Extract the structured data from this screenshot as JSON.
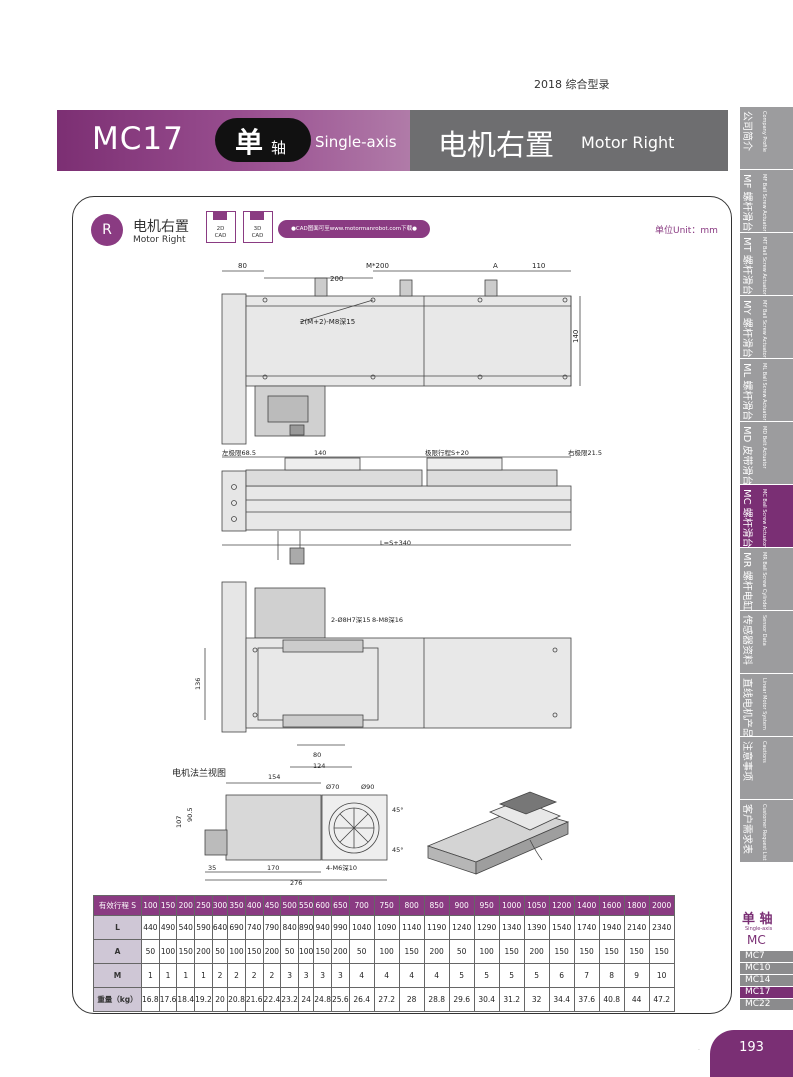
{
  "top": {
    "year_label": "2018  综合型录"
  },
  "header": {
    "model": "MC17",
    "type_big": "单",
    "type_small": "轴",
    "type_en": "Single-axis",
    "section_cn": "电机右置",
    "section_en": "Motor Right"
  },
  "side_tabs": [
    {
      "en": "Company Profile",
      "cn": "公司简介"
    },
    {
      "en": "MF Ball Screw Actuator",
      "cn": "MF 螺杆滑台"
    },
    {
      "en": "MT Ball Screw Actuator",
      "cn": "MT 螺杆滑台"
    },
    {
      "en": "MY Ball Screw Actuator",
      "cn": "MY 螺杆滑台"
    },
    {
      "en": "ML Ball Screw Actuator",
      "cn": "ML 螺杆滑台"
    },
    {
      "en": "MD Belt Actuator",
      "cn": "MD 皮带滑台"
    },
    {
      "en": "MC Ball Screw Actuator",
      "cn": "MC 螺杆滑台",
      "active": true
    },
    {
      "en": "MR Ball Screw Cylinder",
      "cn": "MR 螺杆电缸"
    },
    {
      "en": "Sensor Data",
      "cn": "传感器资料"
    },
    {
      "en": "Linear Motor System",
      "cn": "直线电机产品"
    },
    {
      "en": "Cautions",
      "cn": "注意事项"
    },
    {
      "en": "Customer Request List",
      "cn": "客户需求表"
    }
  ],
  "section": {
    "badge": "R",
    "title_cn": "电机右置",
    "title_en": "Motor Right",
    "cad_2d": [
      "2D",
      "CAD"
    ],
    "cad_3d": [
      "3D",
      "CAD"
    ],
    "cad_note": "●CAD图面可至www.motormanrobot.com下载●",
    "unit": "单位Unit：mm"
  },
  "drawing_labels": {
    "d80": "80",
    "d200": "200",
    "dM200": "M*200",
    "dA": "A",
    "d110": "110",
    "d140v": "140",
    "holes1": "2(M+2)-M8深15",
    "left_limit": "左极限68.5",
    "d140": "140",
    "stroke": "极限行程S+20",
    "right_limit": "右极限21.5",
    "length": "L=S+340",
    "holes2": "2-Ø8H7深15",
    "holes3": "8-M8深16",
    "d136": "136",
    "d80b": "80",
    "d124": "124",
    "flange_title": "电机法兰视图",
    "d154": "154",
    "d70": "Ø70",
    "d90": "Ø90",
    "d45a": "45°",
    "d45b": "45°",
    "d107": "107",
    "d905": "90.5",
    "d35": "35",
    "d170": "170",
    "d276": "276",
    "holes4": "4-M6深10"
  },
  "table": {
    "header_label": "有效行程 S",
    "strokes": [
      "100",
      "150",
      "200",
      "250",
      "300",
      "350",
      "400",
      "450",
      "500",
      "550",
      "600",
      "650",
      "700",
      "750",
      "800",
      "850",
      "900",
      "950",
      "1000",
      "1050",
      "1200",
      "1400",
      "1600",
      "1800",
      "2000"
    ],
    "rows": [
      {
        "label": "L",
        "values": [
          "440",
          "490",
          "540",
          "590",
          "640",
          "690",
          "740",
          "790",
          "840",
          "890",
          "940",
          "990",
          "1040",
          "1090",
          "1140",
          "1190",
          "1240",
          "1290",
          "1340",
          "1390",
          "1540",
          "1740",
          "1940",
          "2140",
          "2340"
        ]
      },
      {
        "label": "A",
        "values": [
          "50",
          "100",
          "150",
          "200",
          "50",
          "100",
          "150",
          "200",
          "50",
          "100",
          "150",
          "200",
          "50",
          "100",
          "150",
          "200",
          "50",
          "100",
          "150",
          "200",
          "150",
          "150",
          "150",
          "150",
          "150"
        ]
      },
      {
        "label": "M",
        "values": [
          "1",
          "1",
          "1",
          "1",
          "2",
          "2",
          "2",
          "2",
          "3",
          "3",
          "3",
          "3",
          "4",
          "4",
          "4",
          "4",
          "5",
          "5",
          "5",
          "5",
          "6",
          "7",
          "8",
          "9",
          "10"
        ]
      },
      {
        "label": "重量（kg）",
        "values": [
          "16.8",
          "17.6",
          "18.4",
          "19.2",
          "20",
          "20.8",
          "21.6",
          "22.4",
          "23.2",
          "24",
          "24.8",
          "25.6",
          "26.4",
          "27.2",
          "28",
          "28.8",
          "29.6",
          "30.4",
          "31.2",
          "32",
          "34.4",
          "37.6",
          "40.8",
          "44",
          "47.2"
        ]
      }
    ]
  },
  "series_menu": {
    "title_cn": "单 轴",
    "title_en": "Single-axis",
    "series": "MC",
    "models": [
      "MC7",
      "MC10",
      "MC14",
      "MC17",
      "MC22"
    ],
    "active": "MC17"
  },
  "footer": {
    "page_number": "193",
    "dot": "·"
  },
  "colors": {
    "brand": "#8a3b82",
    "gray": "#6e6e70",
    "tab_gray": "#9c9c9e"
  }
}
